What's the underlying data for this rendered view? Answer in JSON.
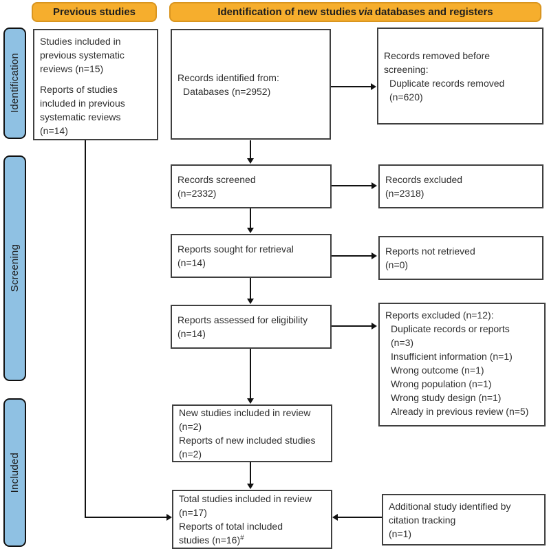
{
  "figure": {
    "type": "PRISMA flow diagram"
  },
  "colors": {
    "header_fill": "#F6AE2D",
    "header_border": "#D9951F",
    "stage_fill": "#8FC1E3",
    "stage_border": "#101010",
    "box_border": "#3F3F3F",
    "text": "#2E2E2E",
    "arrow": "#111111"
  },
  "headers": {
    "previous_studies": "Previous studies",
    "identification_prefix": "Identification of new studies",
    "identification_italic": "via",
    "identification_suffix": "databases and registers"
  },
  "stages": {
    "identification": "Identification",
    "screening": "Screening",
    "included": "Included"
  },
  "boxes": {
    "previous_studies": {
      "paragraphs": [
        "Studies included in previous systematic reviews (n=15)",
        "Reports of studies included in previous systematic reviews (n=14)"
      ]
    },
    "records_identified": {
      "lines": [
        "Records identified from:",
        "Databases (n=2952)"
      ]
    },
    "records_removed": {
      "lines": [
        "Records removed before",
        "screening:",
        "Duplicate records removed",
        "(n=620)"
      ]
    },
    "records_screened": {
      "lines": [
        "Records screened",
        "(n=2332)"
      ]
    },
    "records_excluded": {
      "lines": [
        "Records excluded",
        "(n=2318)"
      ]
    },
    "reports_sought": {
      "lines": [
        "Reports sought for retrieval",
        "(n=14)"
      ]
    },
    "reports_not_retrieved": {
      "lines": [
        "Reports not retrieved",
        "(n=0)"
      ]
    },
    "reports_assessed": {
      "lines": [
        "Reports assessed for eligibility",
        "(n=14)"
      ]
    },
    "reports_excluded": {
      "lines": [
        "Reports excluded (n=12):",
        "Duplicate records or reports",
        "(n=3)",
        "Insufficient information (n=1)",
        "Wrong outcome (n=1)",
        "Wrong population (n=1)",
        "Wrong study design (n=1)",
        "Already in previous review (n=5)"
      ]
    },
    "new_studies": {
      "lines": [
        "New studies included in review",
        "(n=2)",
        "Reports of new included studies",
        "(n=2)"
      ]
    },
    "total_studies": {
      "lines": [
        "Total studies included in review",
        "(n=17)",
        "Reports of total included"
      ],
      "last_line": "studies (n=16)",
      "superscript": "#"
    },
    "additional_study": {
      "lines": [
        "Additional study identified by",
        "citation tracking",
        "(n=1)"
      ]
    }
  }
}
